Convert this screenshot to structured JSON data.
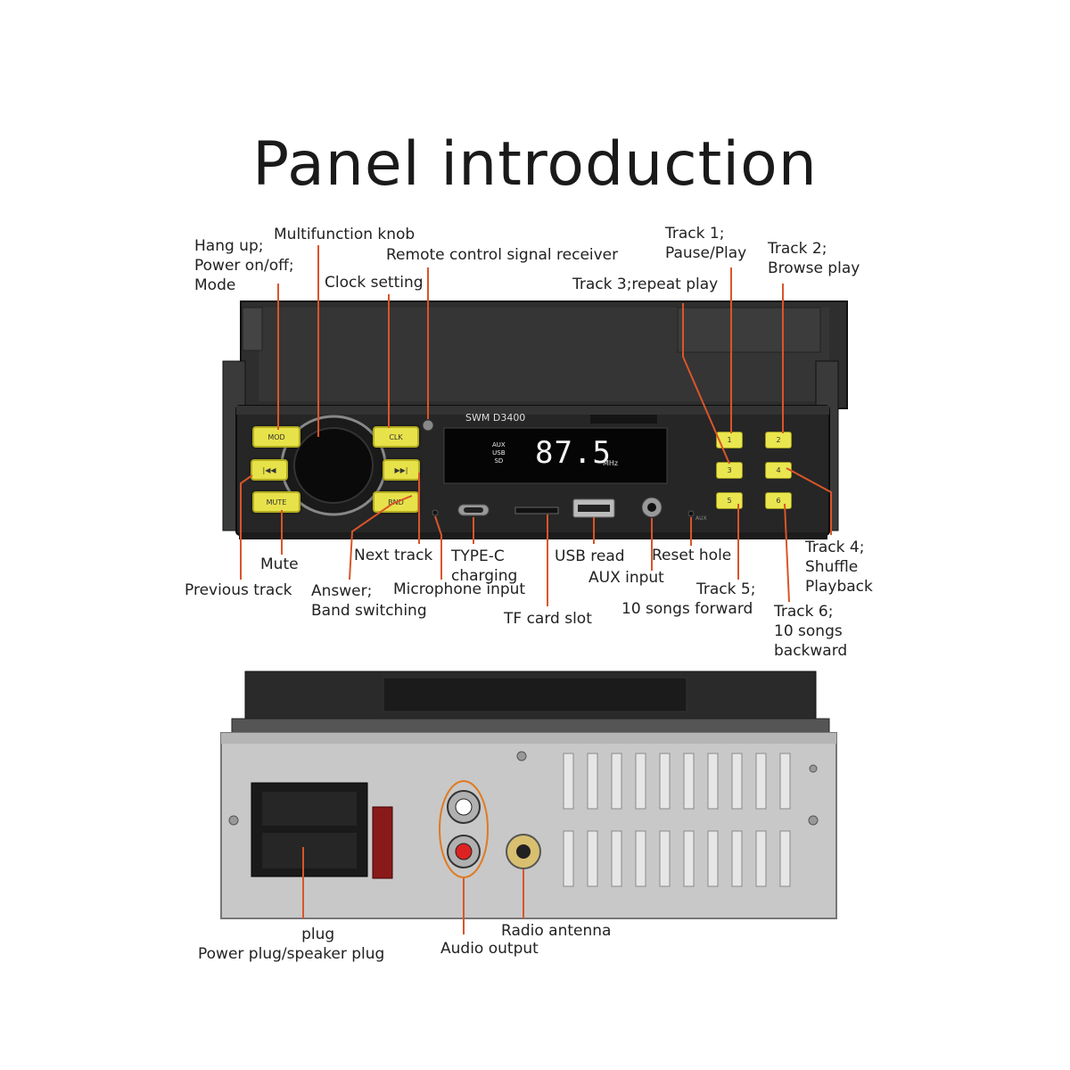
{
  "title": "Panel introduction",
  "front_panel": {
    "model": "SWM D3400",
    "display": {
      "sources": [
        "AUX",
        "USB",
        "SD"
      ],
      "frequency": "87.5",
      "unit": "MHz"
    },
    "buttons": {
      "mode": "MOD",
      "clock": "CLK",
      "prev": "|◀◀",
      "next": "▶▶|",
      "mute": "MUTE",
      "band": "BND",
      "presets": [
        "1",
        "2",
        "3",
        "4",
        "5",
        "6"
      ]
    },
    "jack_label": "AUX"
  },
  "labels": {
    "hang_up": [
      "Hang up;",
      "Power on/off;",
      "Mode"
    ],
    "multifunction_knob": "Multifunction knob",
    "remote_receiver": "Remote control signal receiver",
    "clock_setting": "Clock setting",
    "track1": [
      "Track 1;",
      "Pause/Play"
    ],
    "track2": [
      "Track 2;",
      "Browse play"
    ],
    "track3": "Track 3;repeat play",
    "mute": "Mute",
    "previous_track": "Previous track",
    "next_track": "Next track",
    "answer": [
      "Answer;",
      "Band switching"
    ],
    "type_c": [
      "TYPE-C",
      "charging"
    ],
    "microphone": "Microphone input",
    "usb_read": "USB read",
    "tf_card": "TF card slot",
    "aux_input": "AUX input",
    "reset_hole": "Reset hole",
    "track4": [
      "Track 4;",
      "Shuffle",
      "Playback"
    ],
    "track5": [
      "Track 5;",
      "10 songs forward"
    ],
    "track6": [
      "Track 6;",
      "10 songs",
      "backward"
    ],
    "plug": [
      "plug",
      "Power plug/speaker plug"
    ],
    "audio_output": "Audio output",
    "radio_antenna": "Radio antenna"
  },
  "colors": {
    "button_yellow": "#e7e24a",
    "panel_dark": "#2b2b2b",
    "display_black": "#050505",
    "chassis_metal": "#c9c9c9"
  }
}
